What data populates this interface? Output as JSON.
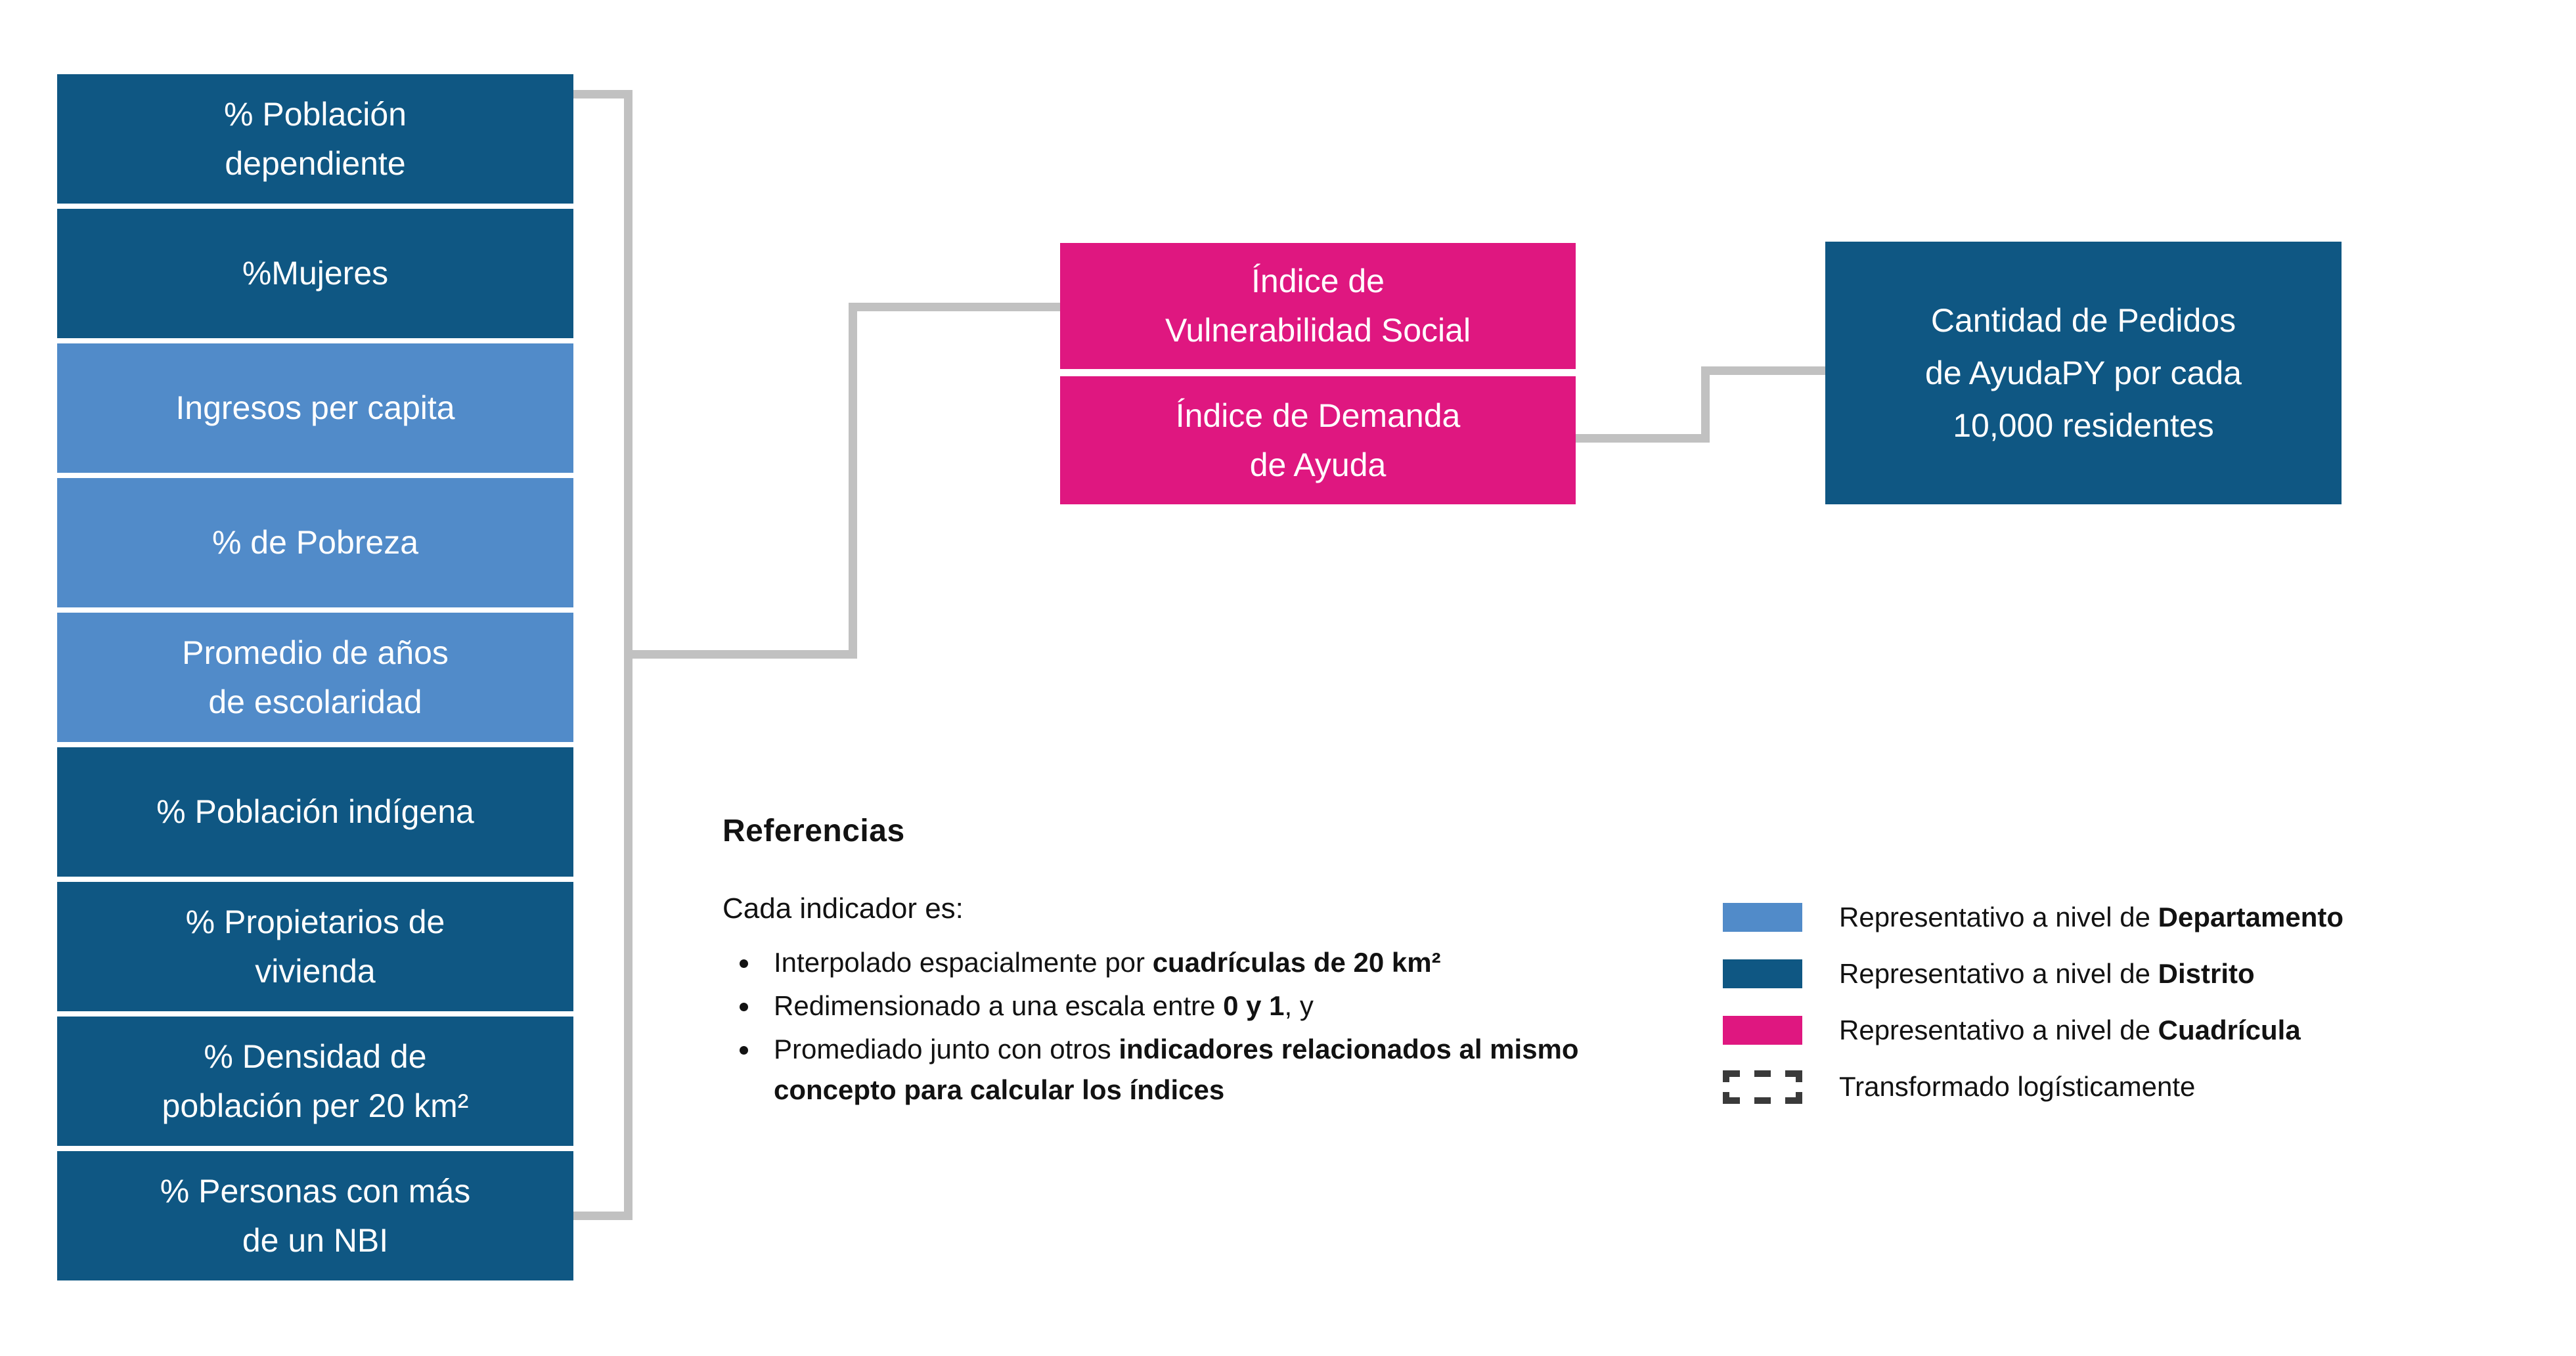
{
  "palette": {
    "dark_blue": "#0f5783",
    "light_blue": "#518bc9",
    "pink": "#df1780",
    "connector_gray": "#c1c1c1",
    "legend_icon_gray": "#3a3a3a"
  },
  "diagram": {
    "indicators": [
      {
        "label": "% Población\ndependiente",
        "level": "Distrito"
      },
      {
        "label": "%Mujeres",
        "level": "Distrito"
      },
      {
        "label": "Ingresos per capita",
        "level": "Departamento"
      },
      {
        "label": "% de Pobreza",
        "level": "Departamento"
      },
      {
        "label": "Promedio de años\nde escolaridad",
        "level": "Departamento"
      },
      {
        "label": "% Población indígena",
        "level": "Distrito"
      },
      {
        "label": "% Propietarios de\nvivienda",
        "level": "Distrito"
      },
      {
        "label": "% Densidad de\npoblación per 20 km²",
        "level": "Distrito"
      },
      {
        "label": "% Personas con más\nde un NBI",
        "level": "Distrito"
      }
    ],
    "indices": [
      {
        "label": "Índice de\nVulnerabilidad Social"
      },
      {
        "label": "Índice de Demanda\nde Ayuda"
      }
    ],
    "outcome": {
      "label": "Cantidad de Pedidos\nde AyudaPY por cada\n10,000 residentes"
    }
  },
  "referencias": {
    "title": "Referencias",
    "intro": "Cada indicador es:",
    "bullets": [
      {
        "pre": "Interpolado espacialmente por ",
        "bold": "cuadrículas de 20 km²",
        "post": ""
      },
      {
        "pre": "Redimensionado a una escala entre ",
        "bold": "0 y 1",
        "post": ", y"
      },
      {
        "pre": "Promediado junto con otros ",
        "bold": "indicadores relacionados al mismo concepto para calcular los índices",
        "post": ""
      }
    ]
  },
  "legend": {
    "rows": [
      {
        "pre": "Representativo a nivel de ",
        "bold": "Departamento",
        "swatch": "#518bc9"
      },
      {
        "pre": "Representativo a nivel de ",
        "bold": "Distrito",
        "swatch": "#0f5783"
      },
      {
        "pre": "Representativo a nivel de ",
        "bold": "Cuadrícula",
        "swatch": "#df1780"
      },
      {
        "pre": "Transformado logísticamente",
        "bold": "",
        "swatch": "#3a3a3a"
      }
    ]
  }
}
